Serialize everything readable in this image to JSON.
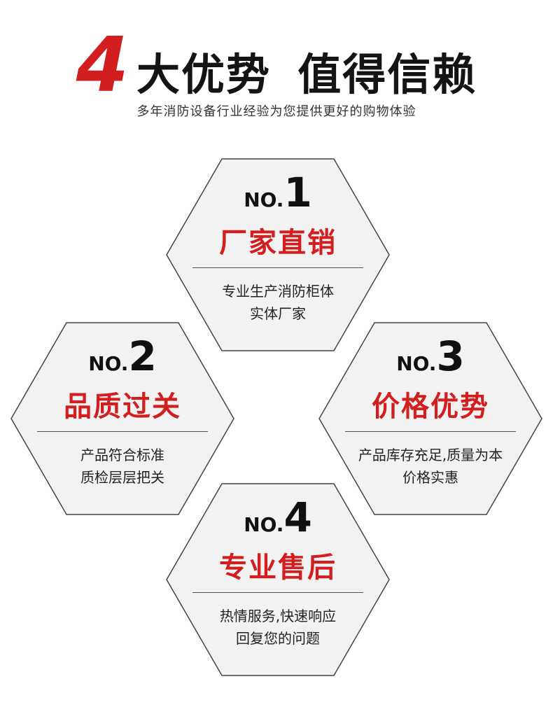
{
  "header": {
    "number": "4",
    "title_part1": "大优势",
    "title_part2": "值得信赖",
    "subtitle": "多年消防设备行业经验为您提供更好的购物体验"
  },
  "colors": {
    "accent_red": "#d21e1e",
    "hex_fill": "#f2f2f2",
    "hex_border": "#444444",
    "text_dark": "#141414"
  },
  "advantages": [
    {
      "no_prefix": "NO.",
      "no_number": "1",
      "title": "厂家直销",
      "desc_line1": "专业生产消防柜体",
      "desc_line2": "实体厂家"
    },
    {
      "no_prefix": "NO.",
      "no_number": "2",
      "title": "品质过关",
      "desc_line1": "产品符合标准",
      "desc_line2": "质检层层把关"
    },
    {
      "no_prefix": "NO.",
      "no_number": "3",
      "title": "价格优势",
      "desc_line1": "产品库存充足,质量为本",
      "desc_line2": "价格实惠"
    },
    {
      "no_prefix": "NO.",
      "no_number": "4",
      "title": "专业售后",
      "desc_line1": "热情服务,快速响应",
      "desc_line2": "回复您的问题"
    }
  ]
}
